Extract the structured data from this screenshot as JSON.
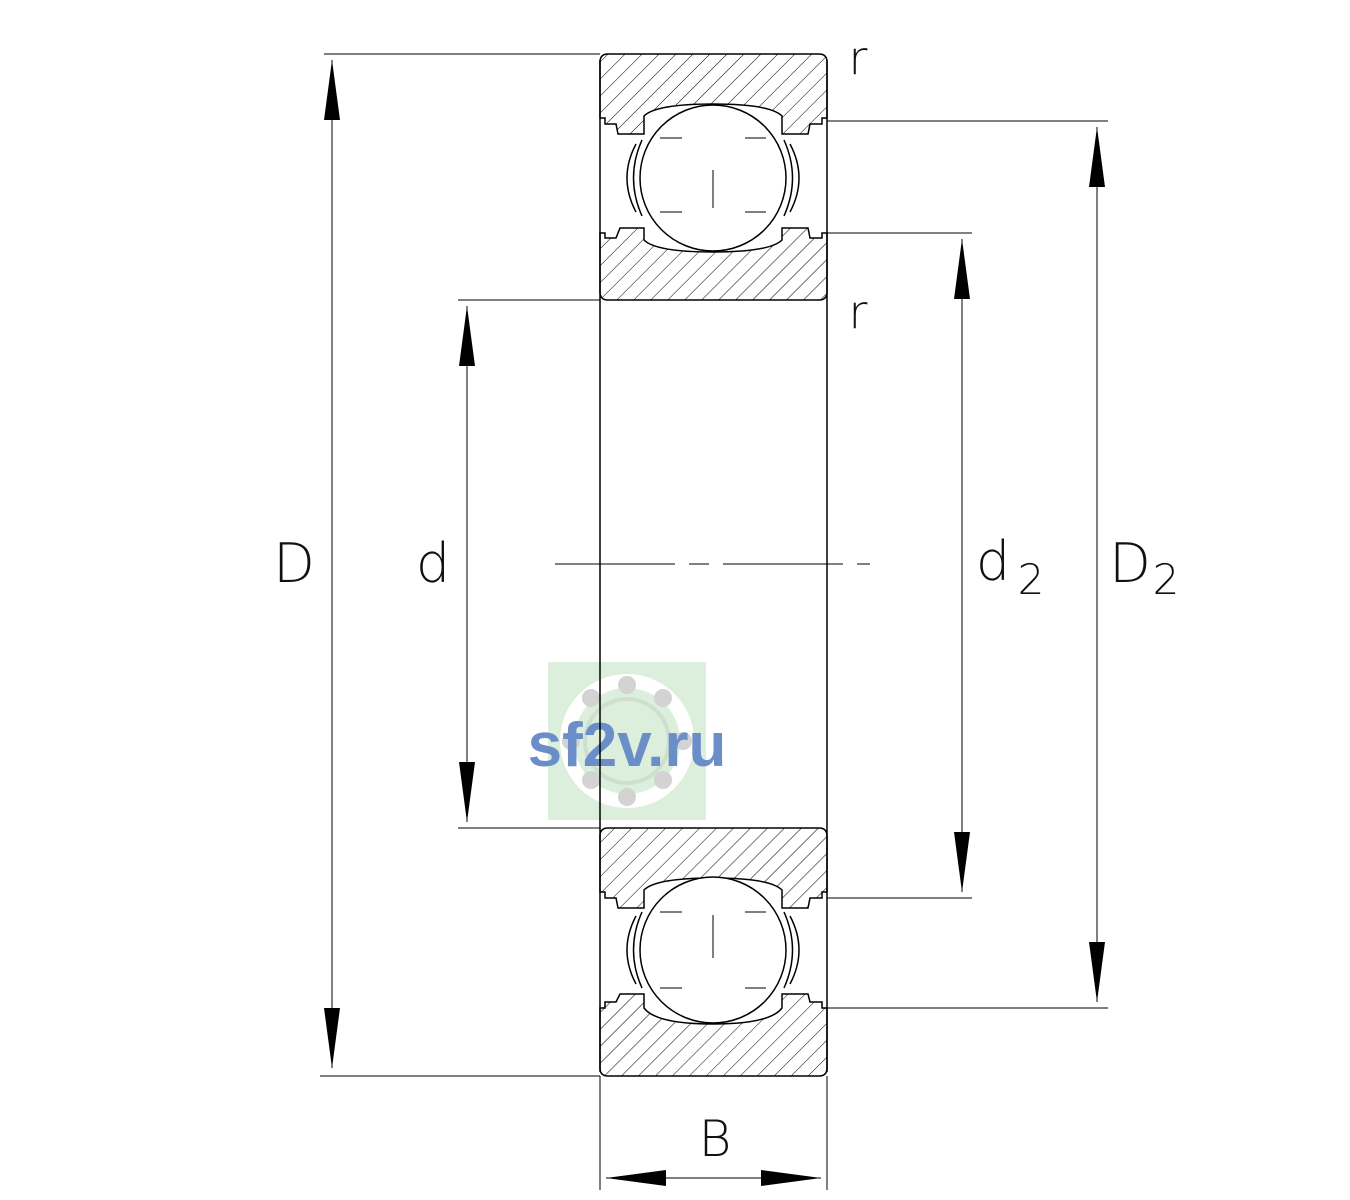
{
  "labels": {
    "outer_diameter": "D",
    "bore_diameter": "d",
    "inner_ring_diameter": "d",
    "inner_ring_sub": "2",
    "outer_ring_diameter": "D",
    "outer_ring_sub": "2",
    "width": "B",
    "radius_top": "r",
    "radius_bottom": "r"
  },
  "watermark": {
    "text": "sf2v.ru",
    "text_color": "#5b82c4",
    "bg_color": "#d9eed9"
  },
  "colors": {
    "line": "#000000",
    "hatch": "#000000"
  }
}
